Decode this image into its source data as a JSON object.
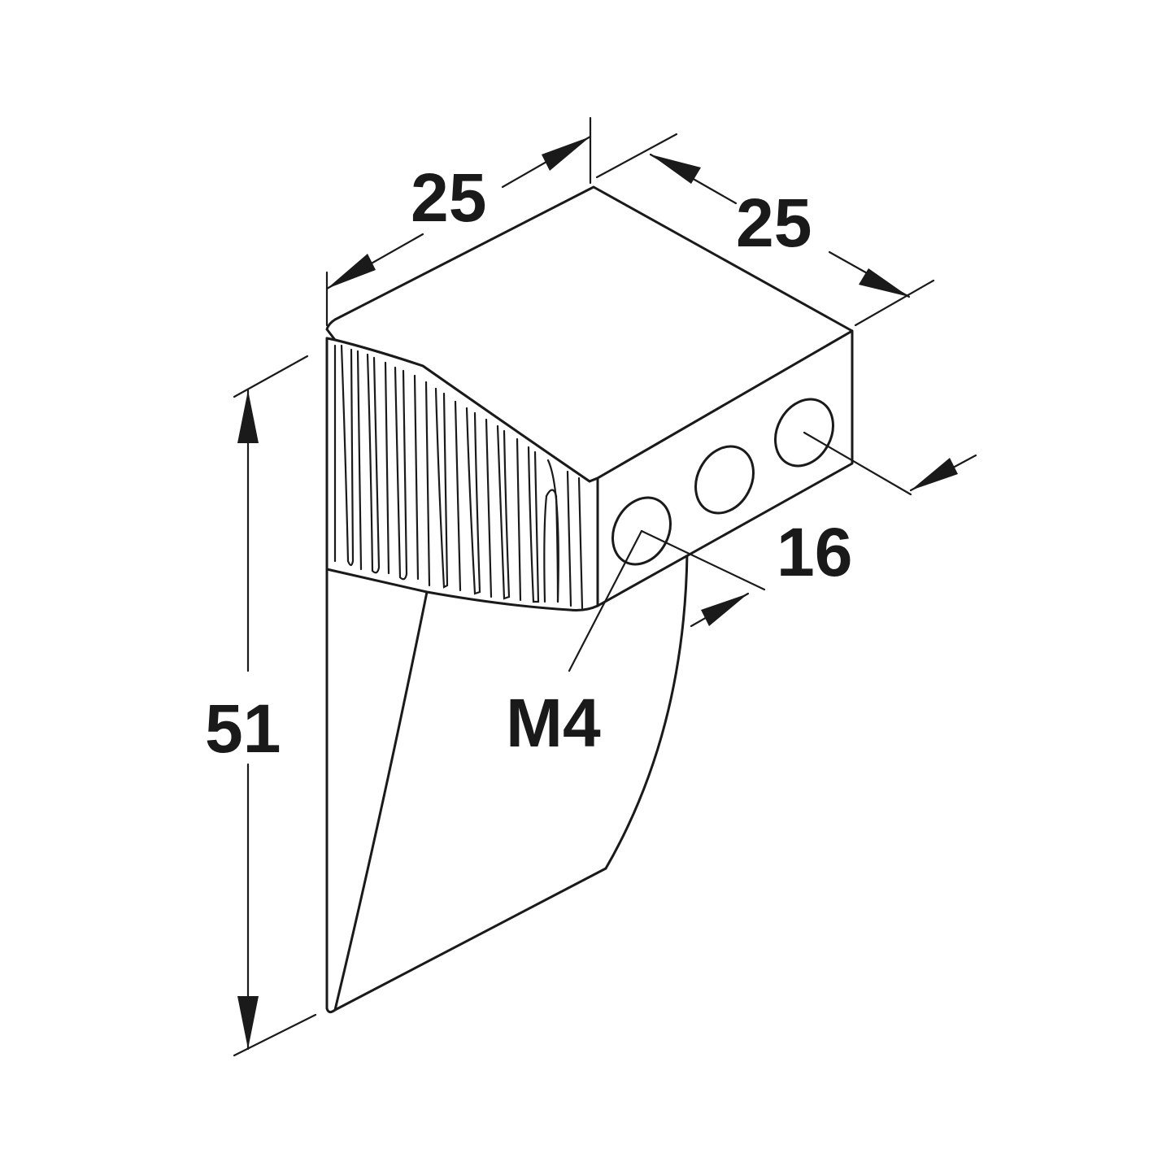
{
  "dimensions": {
    "top_width": "25",
    "top_depth": "25",
    "height": "51",
    "hole_spacing": "16",
    "thread": "M4"
  },
  "colors": {
    "line": "#1a1a1a",
    "background": "#ffffff"
  }
}
